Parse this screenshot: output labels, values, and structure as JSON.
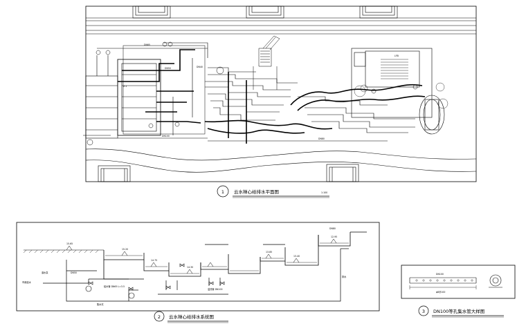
{
  "views": [
    {
      "number": "1",
      "title": "云水禅心给排水平面图",
      "scale": "1:100"
    },
    {
      "number": "2",
      "title": "云水禅心给排水系统图",
      "scale": ""
    },
    {
      "number": "3",
      "title": "DN100等孔集水管大样图",
      "scale": ""
    }
  ],
  "plan_labels": {
    "pipe_a": "DN65",
    "pipe_b": "DN50",
    "pipe_c": "DN40",
    "pipe_d": "DN100",
    "pipe_e": "DN80",
    "room": "LFB",
    "valve": "Z-1"
  },
  "system_labels": {
    "inlet": "市政给水",
    "pump": "DN50",
    "note1": "给水管 DN65 L=3.5",
    "note2": "溢流管 DN100",
    "el1": "15.65",
    "el2": "15.20",
    "el3": "14.75",
    "el4": "14.30",
    "el5": "13.85",
    "el6": "13.40",
    "el7": "12.95",
    "drain": "排水",
    "return": "DN80",
    "label_a": "潜水泵",
    "label_b": "集水坑"
  },
  "detail_labels": {
    "pipe": "DN100",
    "spec": "φ8@100"
  }
}
